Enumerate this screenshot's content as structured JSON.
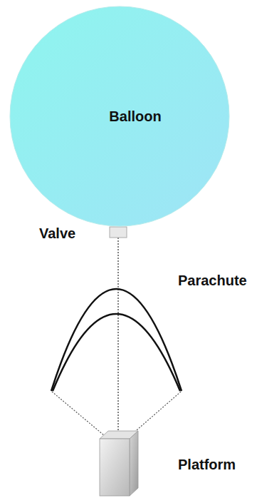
{
  "diagram": {
    "nodes": [
      {
        "text": [
          "Balloon"
        ]
      }
    ],
    "labels": [
      "Valve",
      "Parachute",
      "Platform"
    ]
  }
}
